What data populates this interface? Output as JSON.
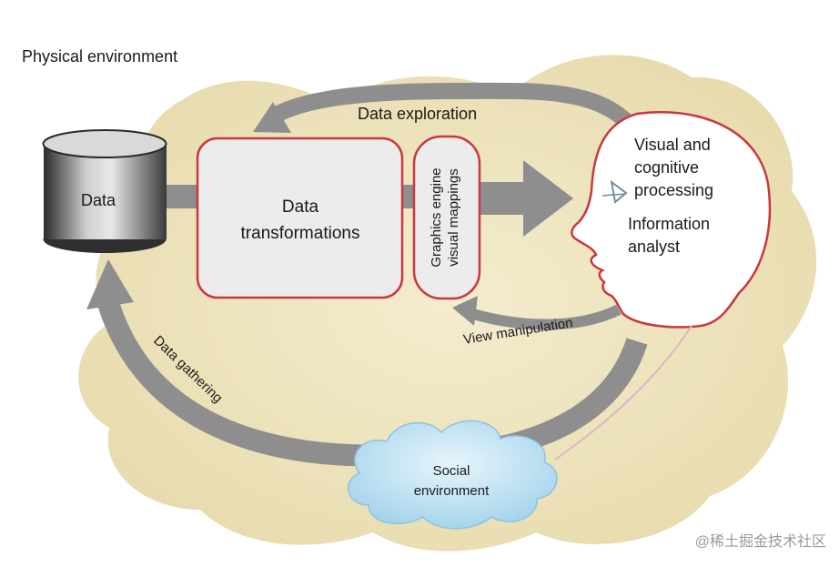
{
  "environment": {
    "physical": "Physical environment",
    "social_line1": "Social",
    "social_line2": "environment"
  },
  "nodes": {
    "data": "Data",
    "transformations_line1": "Data",
    "transformations_line2": "transformations",
    "engine_line1": "Graphics engine",
    "engine_line2": "visual mappings",
    "analyst_line1": "Visual and",
    "analyst_line2": "cognitive",
    "analyst_line3": "processing",
    "analyst_line4": "Information",
    "analyst_line5": "analyst"
  },
  "flows": {
    "exploration": "Data exploration",
    "view_manipulation": "View manipulation",
    "gathering": "Data gathering"
  },
  "watermark": "@稀土掘金技术社区",
  "colors": {
    "background_blob": "#efe6c3",
    "arrow": "#8e8e8e",
    "box_border": "#c8383f",
    "box_fill": "#ececec",
    "cloud": "#a9d8ef"
  }
}
